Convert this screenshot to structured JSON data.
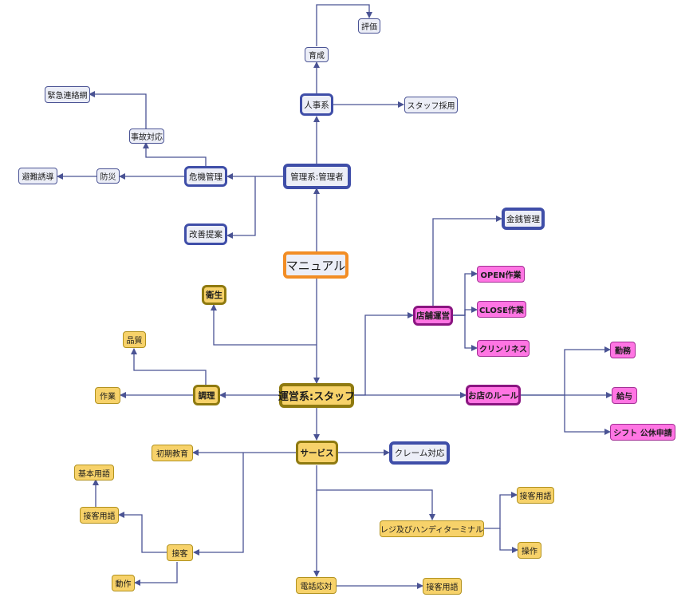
{
  "colors": {
    "edge": "#4a5394",
    "blue_border": "#3f4ea8",
    "orange_border": "#f28d25",
    "yellow_fill": "#f7d26a",
    "yellow_border": "#8f7a10",
    "pink_fill": "#ff75e3",
    "pink_border": "#8a1681",
    "gray_fill": "#eceef7"
  },
  "nodes": {
    "hyoka": "評価",
    "ikusei": "育成",
    "jinji": "人事系",
    "staff_saiyo": "スタッフ採用",
    "kinkyu": "緊急連絡網",
    "jiko": "事故対応",
    "hinan": "避難誘導",
    "bosai": "防災",
    "kiki": "危機管理",
    "kanri": "管理系:管理者",
    "kaizen": "改善提案",
    "manual": "マニュアル",
    "kinsen": "金銭管理",
    "open": "OPEN作業",
    "tenpo": "店舗運営",
    "close": "CLOSE作業",
    "cleanliness": "クリンリネス",
    "eisei": "衛生",
    "hinshitsu": "品質",
    "kinmu": "勤務",
    "sagyo": "作業",
    "chori": "調理",
    "unei": "運営系:スタッフ",
    "rule": "お店のルール",
    "kyuyo": "給与",
    "shift": "シフト 公休申請",
    "shoki": "初期教育",
    "service": "サービス",
    "claim": "クレーム対応",
    "kihon": "基本用語",
    "yogo1": "接客用語",
    "yogo2": "接客用語",
    "register": "レジ及びハンディターミナル",
    "sousa": "操作",
    "sekkyaku": "接客",
    "dosa": "動作",
    "denwa": "電話応対",
    "yogo3": "接客用語"
  }
}
